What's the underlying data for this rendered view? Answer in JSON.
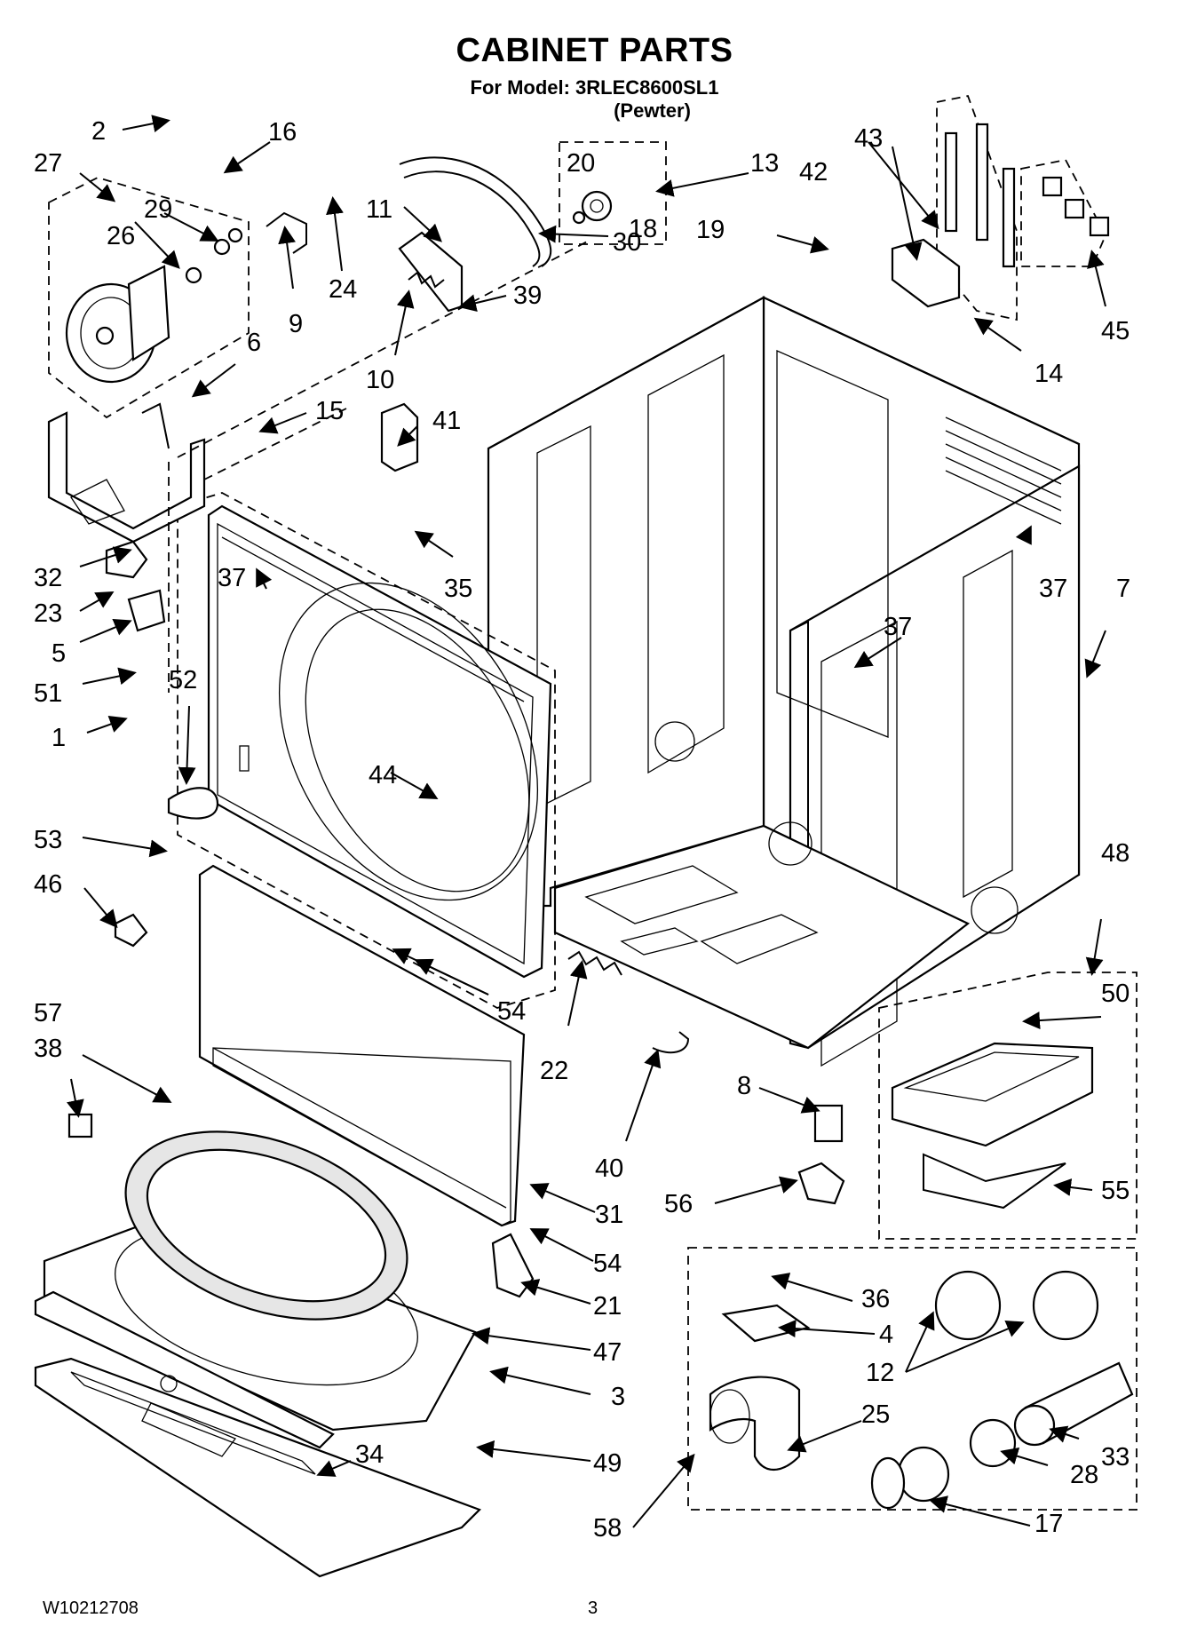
{
  "title": "CABINET PARTS",
  "model_line": "For Model: 3RLEC8600SL1",
  "variant": "(Pewter)",
  "footer": {
    "doc_number": "W10212708",
    "page": "3"
  },
  "callouts": {
    "c1": "1",
    "c2": "2",
    "c3": "3",
    "c4": "4",
    "c5": "5",
    "c6": "6",
    "c7": "7",
    "c8": "8",
    "c9": "9",
    "c10": "10",
    "c11": "11",
    "c12": "12",
    "c13": "13",
    "c14": "14",
    "c15": "15",
    "c16": "16",
    "c17": "17",
    "c18": "18",
    "c19": "19",
    "c20": "20",
    "c21": "21",
    "c22": "22",
    "c23": "23",
    "c24": "24",
    "c25": "25",
    "c26": "26",
    "c27": "27",
    "c28": "28",
    "c29": "29",
    "c30": "30",
    "c31": "31",
    "c32": "32",
    "c33": "33",
    "c34": "34",
    "c35": "35",
    "c36": "36",
    "c37": "37",
    "c38": "38",
    "c39": "39",
    "c40": "40",
    "c41": "41",
    "c42": "42",
    "c43": "43",
    "c44": "44",
    "c45": "45",
    "c46": "46",
    "c47": "47",
    "c48": "48",
    "c49": "49",
    "c50": "50",
    "c51": "51",
    "c52": "52",
    "c53": "53",
    "c54": "54",
    "c55": "55",
    "c56": "56",
    "c57": "57",
    "c58": "58"
  }
}
